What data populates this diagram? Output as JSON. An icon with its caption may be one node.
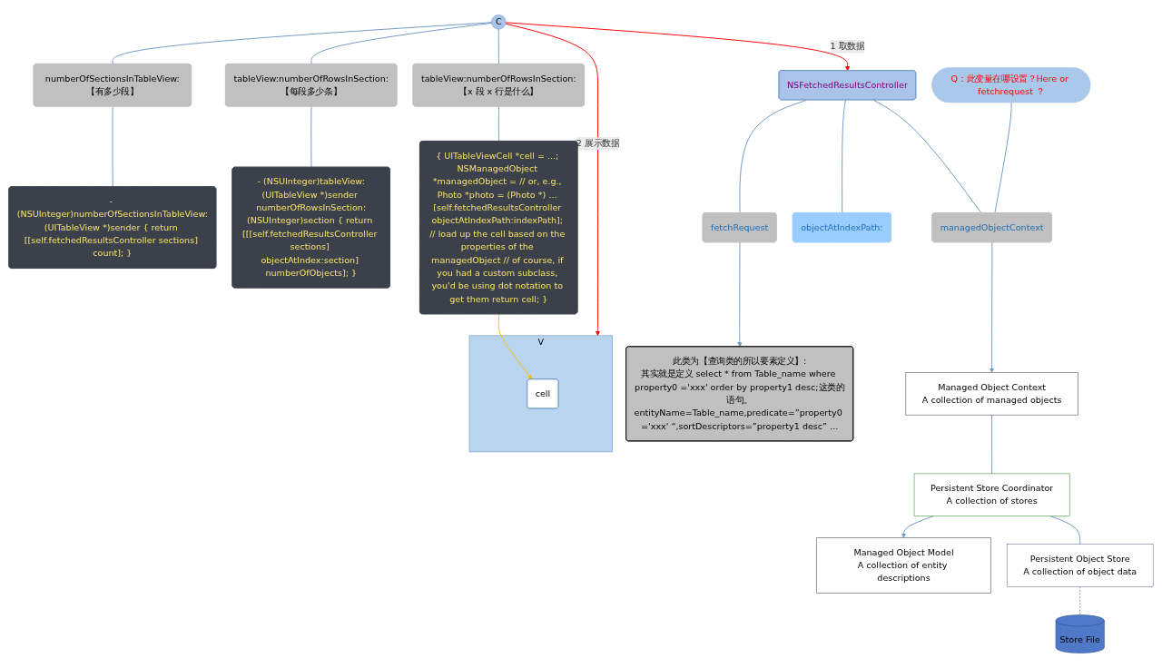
{
  "diagram": {
    "nodes": [
      {
        "text": [
          "此类为【查询类的所以要素定义】:",
          "其实就是定义 select * from Table_name where property0 ='xxx' order by property1 desc;这类的语句。entityName=Table_name,predicate=”property0 ='xxx' “,sortDescriptors=”property1 desc” ..."
        ]
      },
      {
        "text": [
          "C"
        ]
      },
      {
        "text": [
          "numberOfSectionsInTableView:【有多少段】"
        ]
      },
      {
        "text": [
          "- (NSUInteger)numberOfSectionsInTableView:(UITableView *)sender { return [[self.fetchedResultsController sections] count]; }"
        ]
      },
      {
        "text": [
          "tableView:numberOfRowsInSection:【每段多少条】"
        ]
      },
      {
        "text": [
          "- (NSUInteger)tableView:(UITableView *)sender numberOfRowsInSection:(NSUInteger)section { return [[[self.fetchedResultsController sections] objectAtIndex:section] numberOfObjects]; }"
        ]
      },
      {
        "text": [
          "tableView:numberOfRowsInSection:【x 段 x 行是什么】"
        ]
      },
      {
        "text": [
          "{ UITableViewCell *cell = ...; NSManagedObject *managedObject = // or, e.g., Photo *photo = (Photo *) … [self.fetchedResultsController objectAtIndexPath:indexPath]; // load up the cell based on the properties of the managedObject // of course, if you had a custom subclass, you'd be using dot notation to get them return cell; }"
        ]
      },
      {
        "text": [
          "Q：此变量在哪设置？Here or fetchrequest ？"
        ]
      },
      {
        "text": [
          "fetchRequest"
        ]
      },
      {
        "text": [
          "managedObjectContext"
        ]
      },
      {
        "text": [
          "NSFetchedResultsController"
        ]
      },
      {
        "text": [
          "objectAtIndexPath:"
        ]
      },
      {
        "text": [
          "V"
        ]
      },
      {
        "text": [
          "cell"
        ],
        "in": 13
      },
      {
        "text": [
          "Managed Object Context",
          "A collection of managed objects"
        ]
      },
      {
        "text": [
          "Persistent Store Coordinator",
          "A collection of stores"
        ]
      },
      {
        "text": [
          "Managed Object Model",
          "A collection of entity descriptions"
        ]
      },
      {
        "text": [
          "Persistent Object Store",
          "A collection of object data"
        ]
      },
      {
        "text": [
          "Store File"
        ]
      }
    ],
    "edges": [
      {
        "from": 1,
        "to": 11,
        "arrow": "to",
        "label": "1 取数据",
        "color": "#ff0000"
      },
      {
        "from": 1,
        "to": 13,
        "arrow": "to",
        "label": "2 展示数据",
        "color": "#ff0000"
      },
      {
        "from": 1,
        "to": 2,
        "arrow": "none"
      },
      {
        "from": 1,
        "to": 4,
        "arrow": "none"
      },
      {
        "from": 1,
        "to": 6,
        "arrow": "none"
      },
      {
        "from": 2,
        "to": 3,
        "arrow": "none"
      },
      {
        "from": 4,
        "to": 5,
        "arrow": "none"
      },
      {
        "from": 6,
        "to": 7,
        "arrow": "none"
      },
      {
        "from": 7,
        "to": 14,
        "arrow": "to",
        "color": "#ffc000"
      },
      {
        "from": 9,
        "to": 0,
        "arrow": "to"
      },
      {
        "from": 11,
        "to": 9,
        "arrow": "none"
      },
      {
        "from": 11,
        "to": 10,
        "arrow": "none"
      },
      {
        "from": 11,
        "to": 12,
        "arrow": "none"
      },
      {
        "from": 8,
        "to": 10,
        "arrow": "none"
      },
      {
        "from": 10,
        "to": 15,
        "arrow": "to"
      },
      {
        "from": 15,
        "to": 16,
        "arrow": "none"
      },
      {
        "from": 16,
        "to": 17,
        "arrow": "to"
      },
      {
        "from": 16,
        "to": 18,
        "arrow": "none"
      },
      {
        "from": 18,
        "to": 19,
        "arrow": "none",
        "style": "dashed"
      }
    ]
  }
}
